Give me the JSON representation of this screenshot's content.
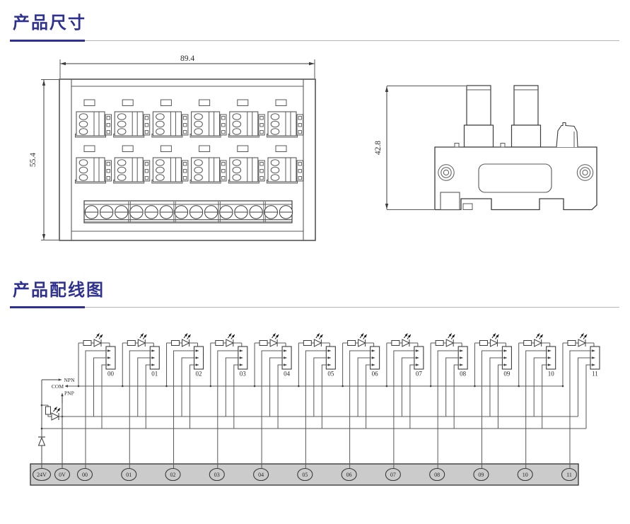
{
  "page": {
    "background": "#ffffff"
  },
  "theme": {
    "accent": "#2e3192",
    "rule_gray": "#b5b5b5",
    "line_dark": "#3c3c3c",
    "line_mid": "#585858",
    "strip_fill": "#cbcbcb"
  },
  "section_dimensions": {
    "title": "产品尺寸"
  },
  "section_wiring": {
    "title": "产品配线图"
  },
  "front_view": {
    "width_label": "89.4",
    "height_label": "55.4",
    "module_rows": 2,
    "modules_per_row": 6,
    "screw_terminals": 14
  },
  "side_view": {
    "height_label": "42.8"
  },
  "wiring": {
    "selector": {
      "npn": "NPN",
      "com": "COM",
      "pnp": "PNP"
    },
    "channels": [
      "00",
      "01",
      "02",
      "03",
      "04",
      "05",
      "06",
      "07",
      "08",
      "09",
      "10",
      "11"
    ],
    "terminals": [
      "24V",
      "0V",
      "00",
      "01",
      "02",
      "03",
      "04",
      "05",
      "06",
      "07",
      "08",
      "09",
      "10",
      "11"
    ]
  }
}
